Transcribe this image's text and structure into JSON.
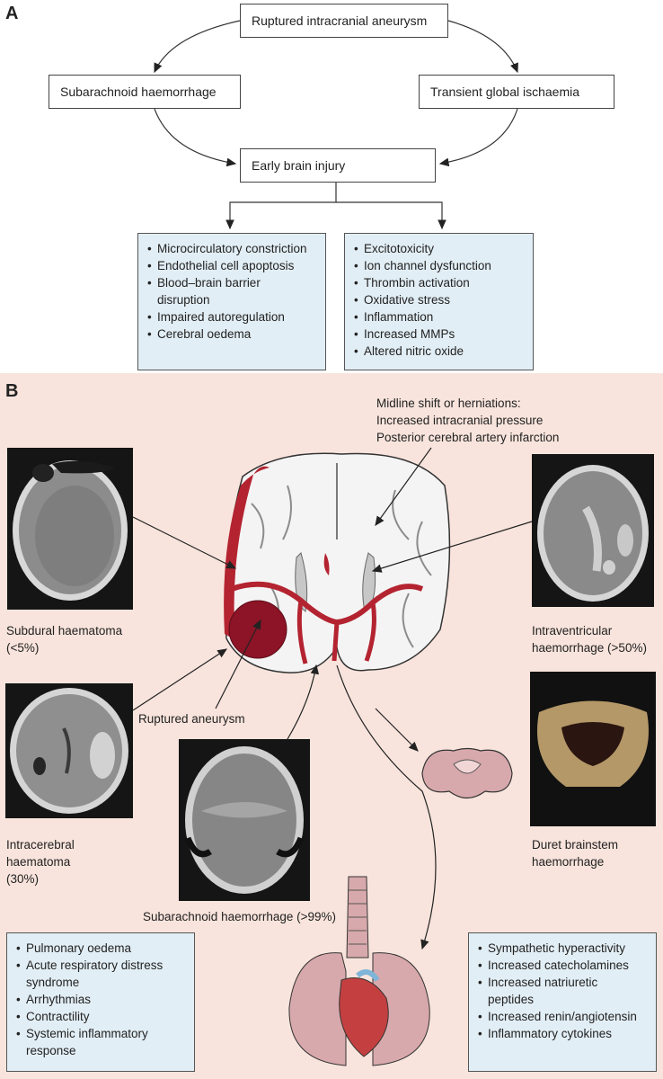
{
  "panel_a": {
    "label": "A",
    "nodes": {
      "ruptured": "Ruptured intracranial aneurysm",
      "sah": "Subarachnoid haemorrhage",
      "tgi": "Transient global ischaemia",
      "ebi": "Early brain injury"
    },
    "left_list": [
      "Microcirculatory constriction",
      "Endothelial cell apoptosis",
      "Blood–brain barrier disruption",
      "Impaired autoregulation",
      "Cerebral oedema"
    ],
    "right_list": [
      "Excitotoxicity",
      "Ion channel dysfunction",
      "Thrombin activation",
      "Oxidative stress",
      "Inflammation",
      "Increased MMPs",
      "Altered nitric oxide"
    ]
  },
  "panel_b": {
    "label": "B",
    "midline": [
      "Midline shift or herniations:",
      "Increased intracranial pressure",
      "Posterior cerebral artery infarction"
    ],
    "subdural": [
      "Subdural haematoma",
      "(<5%)"
    ],
    "intraventricular": [
      "Intraventricular",
      "haemorrhage (>50%)"
    ],
    "ruptured_aneurysm": "Ruptured aneurysm",
    "intracerebral": [
      "Intracerebral",
      "haematoma",
      "(30%)"
    ],
    "sah": "Subarachnoid haemorrhage (>99%)",
    "duret": [
      "Duret brainstem",
      "haemorrhage"
    ],
    "left_list": [
      "Pulmonary oedema",
      "Acute respiratory distress",
      "syndrome",
      "Arrhythmias",
      "Contractility",
      "Systemic inflammatory",
      "response"
    ],
    "right_list": [
      "Sympathetic hyperactivity",
      "Increased catecholamines",
      "Increased natriuretic peptides",
      "Increased renin/angiotensin",
      "Inflammatory cytokines"
    ]
  }
}
